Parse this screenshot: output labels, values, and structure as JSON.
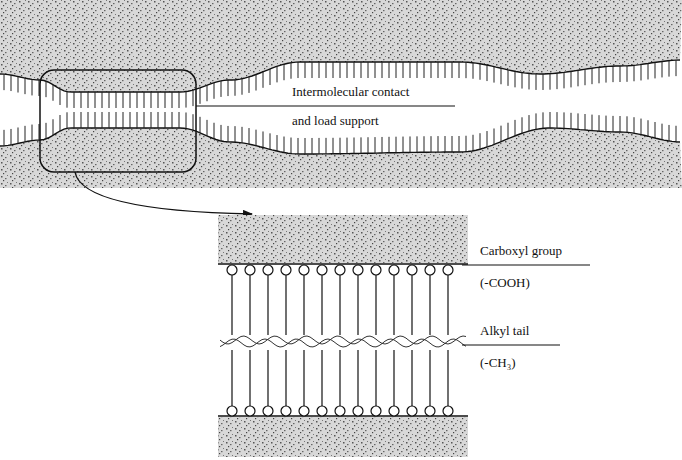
{
  "diagram": {
    "labels": [
      "Intermolecular contact",
      "and load support",
      "Carboxyl group",
      "(-COOH)",
      "Alkyl tail",
      "(-CH₃)"
    ]
  }
}
